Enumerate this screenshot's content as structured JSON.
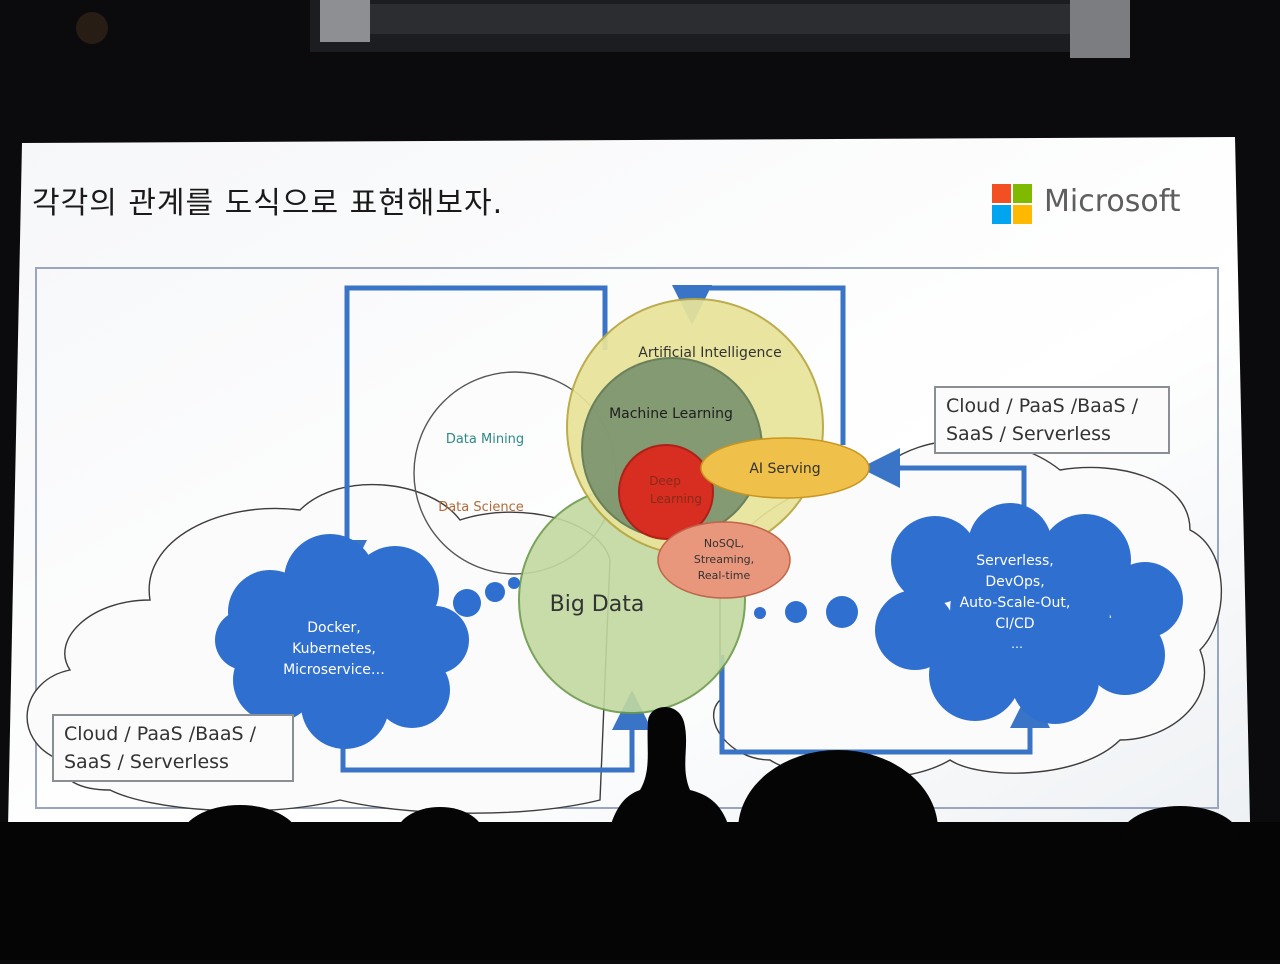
{
  "slide": {
    "title": "각각의 관계를 도식으로 표현해보자.",
    "brand": "Microsoft",
    "brand_colors": [
      "#f25022",
      "#7fba00",
      "#00a4ef",
      "#ffb900"
    ]
  },
  "diagram": {
    "circles": {
      "ai": "Artificial Intelligence",
      "ml": "Machine Learning",
      "dl": [
        "Deep",
        "Learning"
      ],
      "big_data": "Big Data",
      "data_mining": "Data Mining",
      "data_science": "Data Science"
    },
    "ellipses": {
      "ai_serving": "AI Serving",
      "nosql": [
        "NoSQL,",
        "Streaming,",
        "Real-time"
      ]
    },
    "left_cloud": [
      "Docker,",
      "Kubernetes,",
      "Microservice…"
    ],
    "right_cloud": [
      "Serverless,",
      "DevOps,",
      "Auto-Scale-Out,",
      "CI/CD",
      "…"
    ],
    "box_left": [
      "Cloud / PaaS /BaaS /",
      "SaaS / Serverless"
    ],
    "box_right": [
      "Cloud / PaaS /BaaS /",
      "SaaS / Serverless"
    ]
  },
  "colors": {
    "arrow_blue": "#3a74c6",
    "cloud_blue": "#2f6fd0",
    "ai_circle": "#e8e49a",
    "ml_circle": "#6e8a6a",
    "dl_circle": "#e0241b",
    "big_data_circle": "#c2d9a0",
    "ai_serving": "#efc04a",
    "nosql": "#e8967c"
  }
}
